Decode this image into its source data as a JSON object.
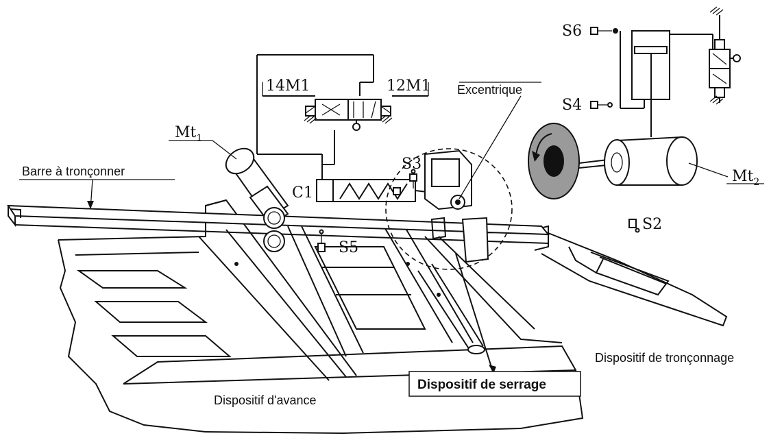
{
  "labels": {
    "valve_left": "14M1",
    "valve_right": "12M1",
    "eccentric": "Excentrique",
    "motor_1": "Mt",
    "motor_1_sub": "1",
    "motor_2": "Mt",
    "motor_2_sub": "2",
    "bar": "Barre à tronçonner",
    "cylinder_c1": "C1",
    "sensor_s2": "S2",
    "sensor_s3": "S3",
    "sensor_s4": "S4",
    "sensor_s5": "S5",
    "sensor_s6": "S6",
    "feed_device": "Dispositif d'avance",
    "clamp_device": "Dispositif de serrage",
    "cut_device": "Dispositif de tronçonnage"
  },
  "colors": {
    "ink": "#111111",
    "saw_disc": "#9a9a9a"
  }
}
